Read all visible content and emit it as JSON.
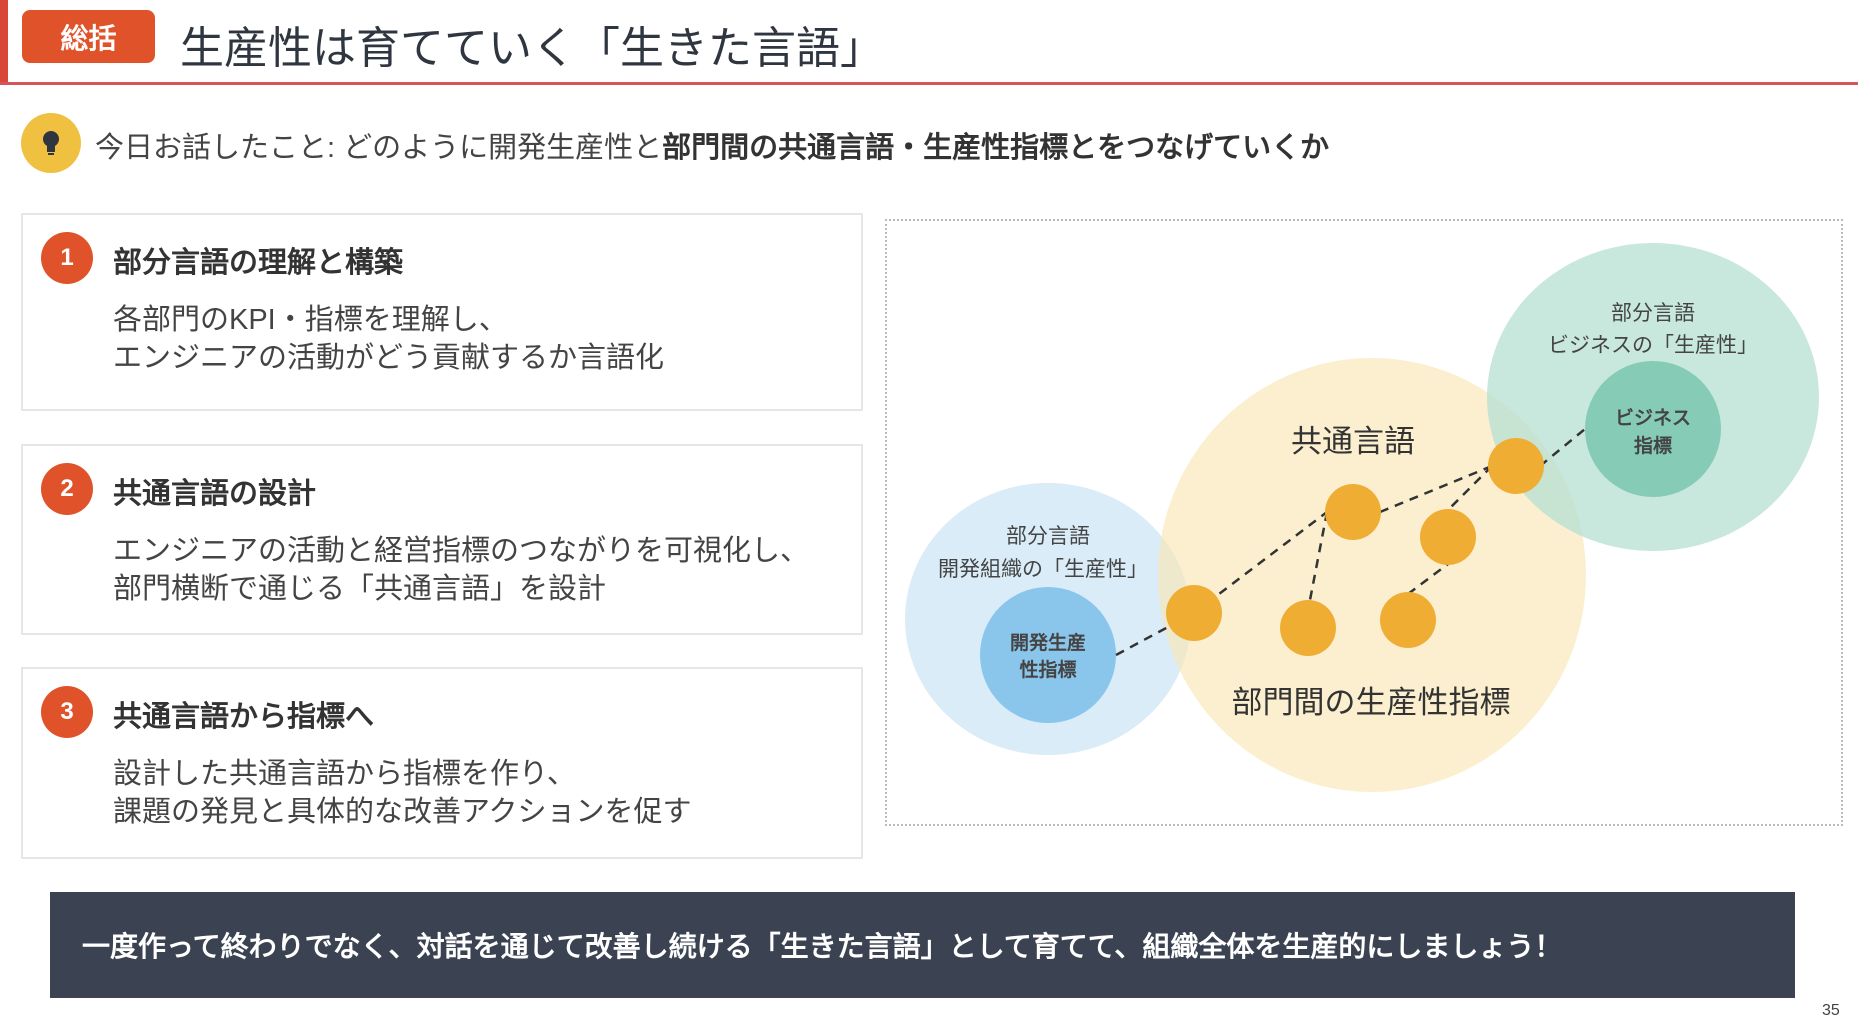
{
  "header": {
    "badge": "総括",
    "title": "生産性は育てていく「生きた言語」"
  },
  "summary": {
    "icon": "lightbulb-icon",
    "prefix": "今日お話したこと: どのように開発生産性と",
    "emphasis": "部門間の共通言語・生産性指標とをつなげていくか"
  },
  "cards": [
    {
      "number": "1",
      "title": "部分言語の理解と構築",
      "lines": [
        "各部門のKPI・指標を理解し、",
        "エンジニアの活動がどう貢献するか言語化"
      ]
    },
    {
      "number": "2",
      "title": "共通言語の設計",
      "lines": [
        "エンジニアの活動と経営指標のつながりを可視化し、",
        "部門横断で通じる「共通言語」を設計"
      ]
    },
    {
      "number": "3",
      "title": "共通言語から指標へ",
      "lines": [
        "設計した共通言語から指標を作り、",
        "課題の発見と具体的な改善アクションを促す"
      ]
    }
  ],
  "diagram": {
    "dev": {
      "label1": "部分言語",
      "label2": "開発組織の「生産性」",
      "inner1": "開発生産",
      "inner2": "性指標"
    },
    "common": {
      "top": "共通言語",
      "bottom": "部門間の生産性指標"
    },
    "biz": {
      "label1": "部分言語",
      "label2": "ビジネスの「生産性」",
      "inner1": "ビジネス",
      "inner2": "指標"
    }
  },
  "bottom_message": "一度作って終わりでなく、対話を通じて改善し続ける「生きた言語」として育てて、組織全体を生産的にしましょう！",
  "page_number": "35",
  "colors": {
    "accent": "#e0532a",
    "dark": "#3b4252",
    "dot": "#f0ad33",
    "blue": "#d6eaf7",
    "blue_inner": "#8ac6ec",
    "yellow": "#fbeecb",
    "green": "#c5e6dc",
    "green_inner": "#86cbb6"
  }
}
